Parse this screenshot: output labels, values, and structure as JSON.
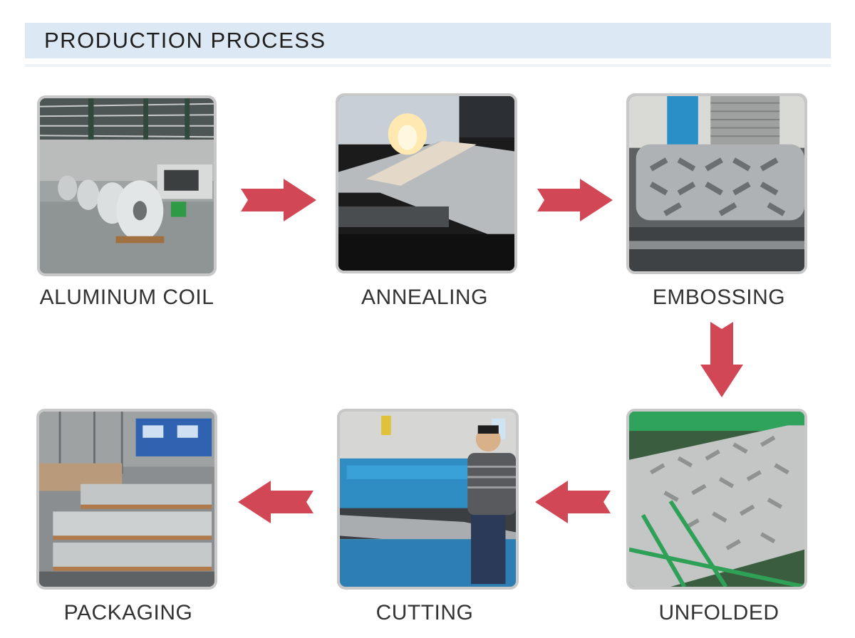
{
  "header": {
    "title": "PRODUCTION PROCESS"
  },
  "steps": [
    {
      "label": "ALUMINUM COIL",
      "photo": "aluminum-coil-warehouse-photo"
    },
    {
      "label": "ANNEALING",
      "photo": "annealing-sheet-photo"
    },
    {
      "label": "EMBOSSING",
      "photo": "embossing-roller-photo"
    },
    {
      "label": "UNFOLDED",
      "photo": "unfolded-tread-plate-photo"
    },
    {
      "label": "CUTTING",
      "photo": "cutting-machine-photo"
    },
    {
      "label": "PACKAGING",
      "photo": "packaging-stacks-photo"
    }
  ],
  "colors": {
    "arrow": "#d24755",
    "header_band": "#dce8f3",
    "photo_border": "#c8c8c8",
    "label_text": "#333333"
  },
  "arrows": [
    "arrow-right-icon",
    "arrow-right-icon",
    "arrow-down-icon",
    "arrow-left-icon",
    "arrow-left-icon"
  ]
}
